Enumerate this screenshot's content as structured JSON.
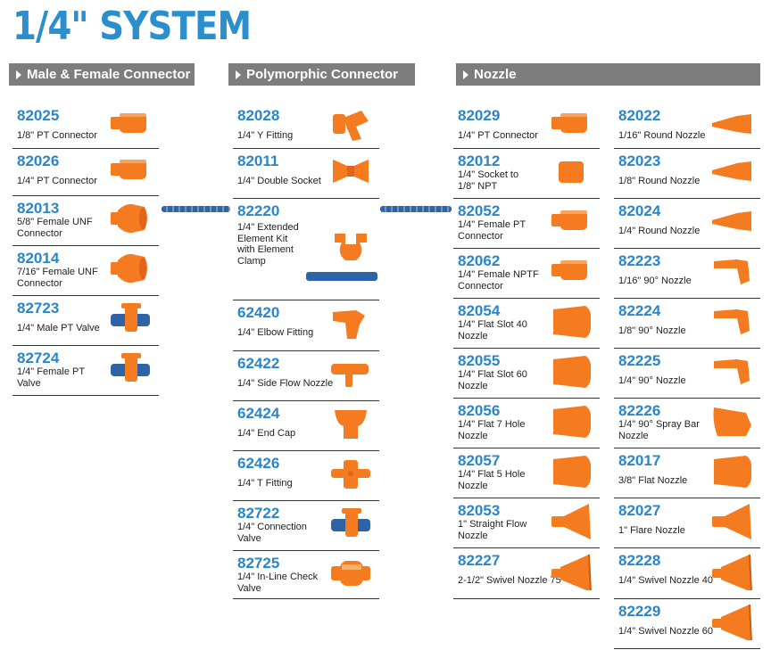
{
  "title": "1/4\" SYSTEM",
  "sections": [
    {
      "label": "Male & Female Connector"
    },
    {
      "label": "Polymorphic Connector"
    },
    {
      "label": "Nozzle"
    }
  ],
  "col1": [
    {
      "code": "82025",
      "desc": "1/8\" PT Connector",
      "icon": "straight-connector-icon"
    },
    {
      "code": "82026",
      "desc": "1/4\" PT Connector",
      "icon": "straight-connector-icon"
    },
    {
      "code": "82013",
      "desc": "5/8\" Female UNF\nConnector",
      "icon": "female-connector-icon"
    },
    {
      "code": "82014",
      "desc": "7/16\" Female UNF\nConnector",
      "icon": "female-connector-icon"
    },
    {
      "code": "82723",
      "desc": "1/4\" Male PT Valve",
      "icon": "valve-icon"
    },
    {
      "code": "82724",
      "desc": "1/4\" Female PT\nValve",
      "icon": "valve-icon"
    }
  ],
  "col2": [
    {
      "code": "82028",
      "desc": "1/4\" Y Fitting",
      "icon": "y-fitting-icon"
    },
    {
      "code": "82011",
      "desc": "1/4\" Double Socket",
      "icon": "double-socket-icon"
    },
    {
      "code": "82220",
      "desc": "1/4\" Extended\nElement Kit\nwith Element\nClamp",
      "icon": "element-clamp-icon"
    },
    {
      "code": "62420",
      "desc": "1/4\" Elbow Fitting",
      "icon": "elbow-fitting-icon"
    },
    {
      "code": "62422",
      "desc": "1/4\" Side Flow Nozzle",
      "icon": "side-flow-nozzle-icon"
    },
    {
      "code": "62424",
      "desc": "1/4\" End Cap",
      "icon": "end-cap-icon"
    },
    {
      "code": "62426",
      "desc": "1/4\" T Fitting",
      "icon": "t-fitting-icon"
    },
    {
      "code": "82722",
      "desc": "1/4\" Connection\nValve",
      "icon": "valve-icon"
    },
    {
      "code": "82725",
      "desc": "1/4\" In-Line Check\nValve",
      "icon": "check-valve-icon"
    }
  ],
  "col3": [
    {
      "code": "82029",
      "desc": "1/4\" PT Connector",
      "icon": "straight-connector-icon"
    },
    {
      "code": "82012",
      "desc": "1/4\" Socket to\n1/8\" NPT",
      "icon": "socket-icon"
    },
    {
      "code": "82052",
      "desc": "1/4\" Female PT\nConnector",
      "icon": "straight-connector-icon"
    },
    {
      "code": "82062",
      "desc": "1/4\" Female NPTF\nConnector",
      "icon": "straight-connector-icon"
    },
    {
      "code": "82054",
      "desc": "1/4\" Flat Slot 40\nNozzle",
      "icon": "flat-nozzle-icon"
    },
    {
      "code": "82055",
      "desc": "1/4\" Flat Slot 60\nNozzle",
      "icon": "flat-nozzle-icon"
    },
    {
      "code": "82056",
      "desc": "1/4\" Flat 7 Hole\nNozzle",
      "icon": "flat-nozzle-icon"
    },
    {
      "code": "82057",
      "desc": "1/4\" Flat 5 Hole\nNozzle",
      "icon": "flat-nozzle-icon"
    },
    {
      "code": "82053",
      "desc": "1\" Straight Flow\nNozzle",
      "icon": "flare-nozzle-icon"
    },
    {
      "code": "82227",
      "desc": "2-1/2\" Swivel Nozzle 75",
      "icon": "swivel-nozzle-icon"
    }
  ],
  "col4": [
    {
      "code": "82022",
      "desc": "1/16\" Round Nozzle",
      "icon": "round-nozzle-icon"
    },
    {
      "code": "82023",
      "desc": "1/8\" Round Nozzle",
      "icon": "round-nozzle-icon"
    },
    {
      "code": "82024",
      "desc": "1/4\" Round Nozzle",
      "icon": "round-nozzle-icon"
    },
    {
      "code": "82223",
      "desc": "1/16\" 90° Nozzle",
      "icon": "angle-nozzle-icon"
    },
    {
      "code": "82224",
      "desc": "1/8\" 90° Nozzle",
      "icon": "angle-nozzle-icon"
    },
    {
      "code": "82225",
      "desc": "1/4\" 90° Nozzle",
      "icon": "angle-nozzle-icon"
    },
    {
      "code": "82226",
      "desc": "1/4\" 90° Spray Bar\nNozzle",
      "icon": "spray-bar-nozzle-icon"
    },
    {
      "code": "82017",
      "desc": "3/8\" Flat Nozzle",
      "icon": "flat-nozzle-icon"
    },
    {
      "code": "82027",
      "desc": "1\" Flare Nozzle",
      "icon": "flare-nozzle-icon"
    },
    {
      "code": "82228",
      "desc": "1/4\" Swivel Nozzle 40",
      "icon": "swivel-nozzle-icon"
    },
    {
      "code": "82229",
      "desc": "1/4\" Swivel Nozzle 60",
      "icon": "swivel-nozzle-icon"
    }
  ],
  "colors": {
    "accent": "#2a86c8",
    "bar": "#7d7d7d",
    "part": "#f47b20",
    "blue": "#2f63a8"
  }
}
